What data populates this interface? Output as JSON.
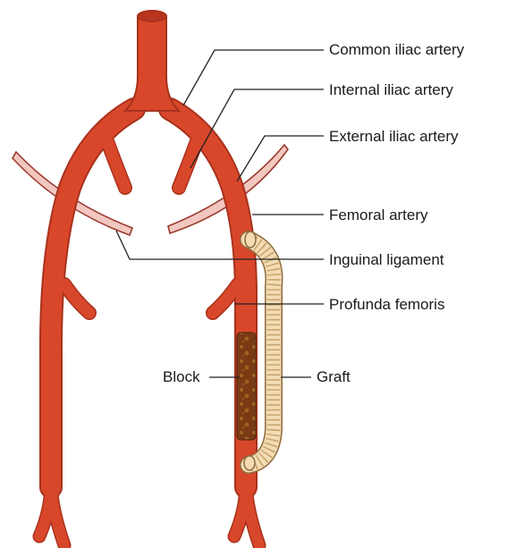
{
  "labels": {
    "common_iliac": "Common iliac artery",
    "internal_iliac": "Internal iliac artery",
    "external_iliac": "External iliac artery",
    "femoral": "Femoral artery",
    "inguinal_ligament": "Inguinal ligament",
    "profunda": "Profunda femoris",
    "graft": "Graft",
    "block": "Block"
  },
  "colors": {
    "artery_fill": "#d9472b",
    "artery_edge": "#a8321d",
    "artery_lumen": "#b8341f",
    "ligament_fill": "#f2c7c0",
    "ligament_edge": "#9b3a2c",
    "graft_fill": "#f3dcb4",
    "graft_ring": "#c9a570",
    "block_fill": "#7a3a14",
    "block_spot": "#b27a28",
    "leader": "#222222"
  }
}
